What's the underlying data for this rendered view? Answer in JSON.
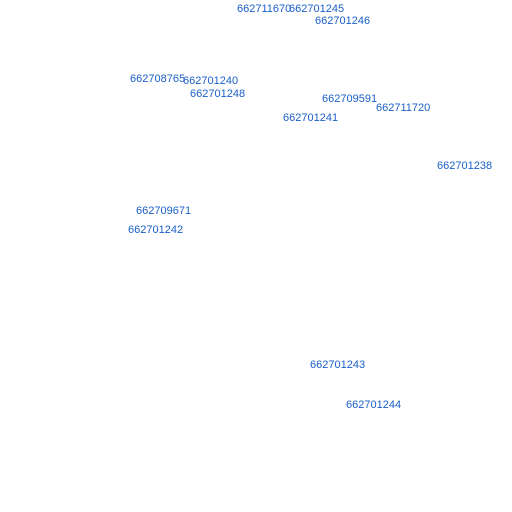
{
  "labels": {
    "l1": "662711670",
    "l2": "662701245",
    "l3": "662701246",
    "l4": "662708765",
    "l5": "662701240",
    "l6": "662701248",
    "l7": "662709591",
    "l8": "662711720",
    "l9": "662701241",
    "l10": "662701238",
    "l11": "662709671",
    "l12": "662701242",
    "l13": "662701243",
    "l14": "662701244"
  },
  "colors": {
    "label": "#1a5fc8",
    "background": "#ffffff"
  }
}
